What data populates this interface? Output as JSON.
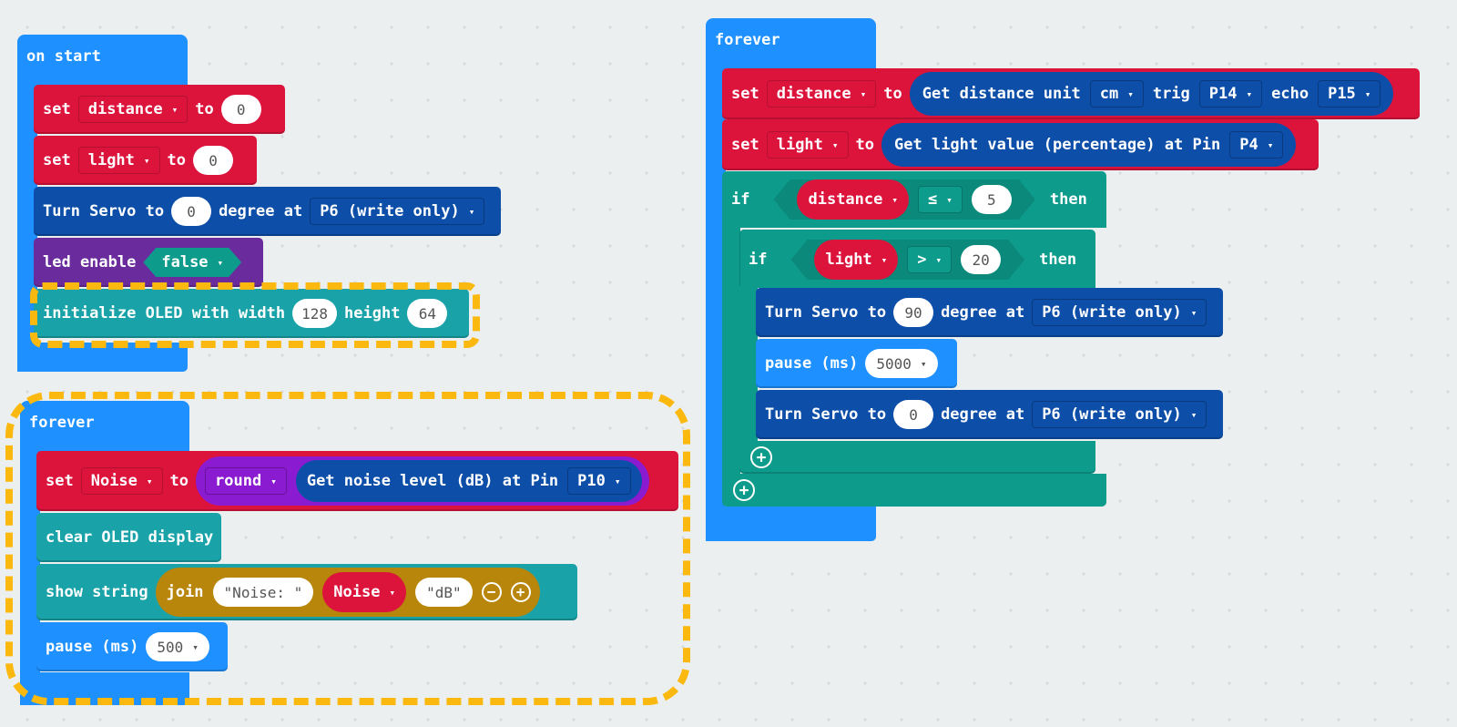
{
  "colors": {
    "variables": "#dc143c",
    "basic": "#1e90ff",
    "servo": "#0c4ea8",
    "led": "#6a2c9c",
    "oled": "#19a2a8",
    "logic": "#0d9b8c",
    "text": "#b8860b",
    "math": "#8b1bd1",
    "highlight": "#fbb80f"
  },
  "on_start": {
    "label": "on start",
    "set_distance": {
      "set": "set",
      "var": "distance",
      "to": "to",
      "value": "0"
    },
    "set_light": {
      "set": "set",
      "var": "light",
      "to": "to",
      "value": "0"
    },
    "servo": {
      "label": "Turn Servo to",
      "degree": "0",
      "degree_at": "degree at",
      "pin": "P6 (write only)"
    },
    "led": {
      "label": "led enable",
      "value": "false"
    },
    "oled_init": {
      "label": "initialize OLED with width",
      "width": "128",
      "height_label": "height",
      "height": "64"
    }
  },
  "forever_bottom": {
    "label": "forever",
    "set_noise": {
      "set": "set",
      "var": "Noise",
      "to": "to",
      "round": "round",
      "sensor": "Get noise level (dB) at Pin",
      "pin": "P10"
    },
    "clear": {
      "label": "clear OLED display"
    },
    "show": {
      "label": "show string",
      "join": "join",
      "str1": "Noise: ",
      "var": "Noise",
      "str2": "dB"
    },
    "pause": {
      "label": "pause (ms)",
      "value": "500"
    }
  },
  "forever_right": {
    "label": "forever",
    "set_distance": {
      "set": "set",
      "var": "distance",
      "to": "to",
      "sensor": "Get distance unit",
      "unit": "cm",
      "trig": "trig",
      "trig_pin": "P14",
      "echo": "echo",
      "echo_pin": "P15"
    },
    "set_light": {
      "set": "set",
      "var": "light",
      "to": "to",
      "sensor": "Get light value (percentage) at Pin",
      "pin": "P4"
    },
    "if1": {
      "if": "if",
      "var": "distance",
      "op": "≤",
      "value": "5",
      "then": "then"
    },
    "if2": {
      "if": "if",
      "var": "light",
      "op": ">",
      "value": "20",
      "then": "then"
    },
    "servo1": {
      "label": "Turn Servo to",
      "degree": "90",
      "degree_at": "degree at",
      "pin": "P6 (write only)"
    },
    "pause": {
      "label": "pause (ms)",
      "value": "5000"
    },
    "servo2": {
      "label": "Turn Servo to",
      "degree": "0",
      "degree_at": "degree at",
      "pin": "P6 (write only)"
    }
  },
  "icons": {
    "caret": "▾",
    "plus": "+",
    "minus": "−"
  }
}
